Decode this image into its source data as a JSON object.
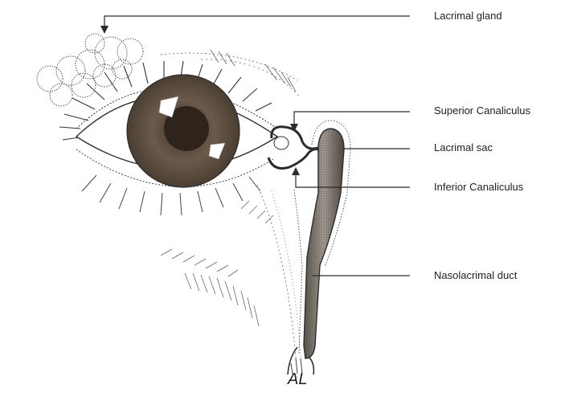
{
  "labels": {
    "lacrimal_gland": "Lacrimal gland",
    "superior_canaliculus": "Superior Canaliculus",
    "lacrimal_sac": "Lacrimal sac",
    "inferior_canaliculus": "Inferior Canaliculus",
    "nasolacrimal_duct": "Nasolacrimal duct"
  },
  "signature": "AL",
  "colors": {
    "line": "#2b2b2b",
    "iris": "#5a4a3c",
    "pupil": "#2e241c",
    "duct_fill": "#8a8178"
  }
}
